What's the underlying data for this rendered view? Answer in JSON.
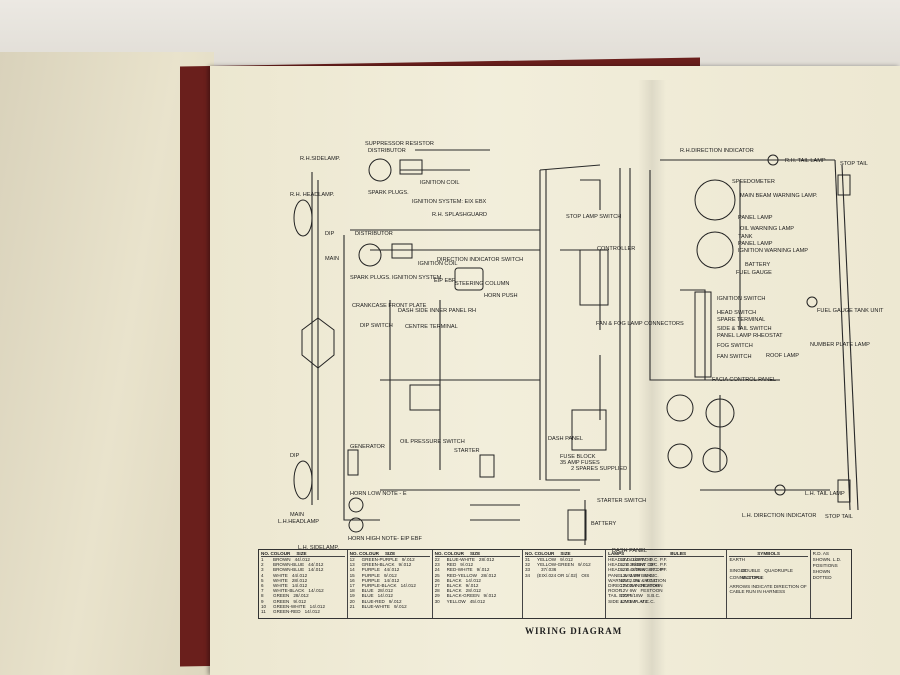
{
  "title": "WIRING DIAGRAM",
  "labels": {
    "rh_sidelamp": "R.H.SIDELAMP.",
    "rh_headlamp": "R.H. HEADLAMP.",
    "dip_top": "DIP",
    "main_top": "MAIN",
    "suppressor": "SUPPRESSOR RESISTOR",
    "distributor_1": "DISTRIBUTOR",
    "ignition_coil_1": "IGNITION COIL",
    "spark_plugs_1": "SPARK PLUGS.",
    "ign_system_eix": "IGNITION SYSTEM: EIX EBX",
    "rh_splashguard": "R.H. SPLASHGUARD",
    "distributor_2": "DISTRIBUTOR",
    "ignition_coil_2": "IGNITION COIL",
    "spark_plugs_2": "SPARK PLUGS.",
    "ign_system_2": "IGNITION SYSTEM",
    "dir_ind_switch": "DIRECTION INDICATOR SWITCH",
    "steering_column": "STEERING COLUMN",
    "horn_push": "HORN PUSH",
    "eip_ebf": "EIP EBF",
    "crankcase": "CRANKCASE FRONT PLATE",
    "dash_side": "DASH SIDE INNER PANEL RH",
    "dip_switch": "DIP SWITCH",
    "centre_terminal": "CENTRE TERMINAL",
    "controller": "CONTROLLER",
    "stop_lamp_switch": "STOP LAMP SWITCH",
    "fan_fog": "FAN & FOG LAMP CONNECTORS",
    "oil_pressure": "OIL PRESSURE SWITCH",
    "generator": "GENERATOR",
    "starter": "STARTER",
    "dash_panel_1": "DASH PANEL",
    "fuse_block": "FUSE BLOCK",
    "amp_fuses": "35 AMP FUSES",
    "spares": "2 SPARES SUPPLIED",
    "starter_switch": "STARTER SWITCH",
    "battery_1": "BATTERY",
    "dash_panel_2": "DASH PANEL",
    "horn_low": "HORN LOW NOTE - E",
    "horn_high": "HORN HIGH NOTE- EIP EBF",
    "dip_bottom": "DIP",
    "main_bottom": "MAIN",
    "lh_headlamp": "L.H.HEADLAMP",
    "lh_sidelamp": "L.H. SIDELAMP.",
    "rh_dir_ind": "R.H.DIRECTION INDICATOR",
    "rh_tail_lamp": "R.H. TAIL LAMP",
    "stop_tail_top": "STOP TAIL",
    "speedometer": "SPEEDOMETER",
    "main_beam_lamp": "MAIN BEAM WARNING LAMP.",
    "panel_lamp": "PANEL LAMP",
    "oil_warn_lamp": "OIL WARNING LAMP",
    "tank": "TANK",
    "panel_lamp_2": "PANEL LAMP",
    "ign_warn_lamp": "IGNITION WARNING LAMP",
    "battery_2": "BATTERY",
    "fuel_gauge": "FUEL GAUGE",
    "ign_switch": "IGNITION SWITCH",
    "spare_terminal": "SPARE TERMINAL",
    "head_switch": "HEAD SWITCH",
    "side_tail_switch": "SIDE & TAIL SWITCH",
    "panel_lamp_rheo": "PANEL LAMP RHEOSTAT",
    "fog_switch": "FOG SWITCH",
    "fan_switch": "FAN SWITCH",
    "roof_lamp": "ROOF LAMP",
    "fuel_gauge_tank": "FUEL GAUGE TANK UNIT",
    "number_plate": "NUMBER PLATE LAMP",
    "facia_panel": "FACIA CONTROL PANEL",
    "lh_tail_lamp": "L.H. TAIL LAMP",
    "lh_dir_ind": "L.H. DIRECTION INDICATOR",
    "stop_tail_bottom": "STOP TAIL"
  },
  "legend": {
    "colour_header": "NO.  COLOUR",
    "size_header": "SIZE",
    "colours": [
      [
        "1",
        "BROWN",
        "44/.012"
      ],
      [
        "2",
        "BROWN-BLUE",
        "44/.012"
      ],
      [
        "3",
        "BROWN-BLUE",
        "14/.012"
      ],
      [
        "4",
        "WHITE",
        "44/.012"
      ],
      [
        "5",
        "WHITE",
        "28/.012"
      ],
      [
        "6",
        "WHITE",
        "14/.012"
      ],
      [
        "7",
        "WHITE-BLACK",
        "14/.012"
      ],
      [
        "8",
        "GREEN",
        "28/.012"
      ],
      [
        "9",
        "GREEN",
        "9/.012"
      ],
      [
        "10",
        "GREEN-WHITE",
        "14/.012"
      ],
      [
        "11",
        "GREEN-RED",
        "14/.012"
      ]
    ],
    "colours2": [
      [
        "12",
        "GREEN-PURPLE",
        "9/.012"
      ],
      [
        "13",
        "GREEN-BLACK",
        "9/.012"
      ],
      [
        "14",
        "PURPLE",
        "44/.012"
      ],
      [
        "15",
        "PURPLE",
        "9/.012"
      ],
      [
        "16",
        "PURPLE",
        "14/.012"
      ],
      [
        "17",
        "PURPLE-BLACK",
        "14/.012"
      ],
      [
        "18",
        "BLUE",
        "28/.012"
      ],
      [
        "19",
        "BLUE",
        "14/.012"
      ],
      [
        "20",
        "BLUE-RED",
        "9/.012"
      ],
      [
        "21",
        "BLUE-WHITE",
        "9/.012"
      ]
    ],
    "colours3": [
      [
        "22",
        "BLUE-WHITE",
        "28/.012"
      ],
      [
        "23",
        "RED",
        "9/.012"
      ],
      [
        "24",
        "RED-WHITE",
        "9/.012"
      ],
      [
        "25",
        "RED-YELLOW",
        "28/.012"
      ],
      [
        "26",
        "BLACK",
        "14/.012"
      ],
      [
        "27",
        "BLACK",
        "9/.012"
      ],
      [
        "28",
        "BLACK",
        "28/.012"
      ],
      [
        "29",
        "BLACK-GREEN",
        "9/.012"
      ],
      [
        "30",
        "YELLOW",
        "45/.012"
      ]
    ],
    "colours4": [
      [
        "31",
        "YELLOW",
        "9/.012"
      ],
      [
        "32",
        "YELLOW-GREEN",
        "9/.012"
      ],
      [
        "33",
        "",
        "37/.036"
      ],
      [
        "34",
        "(EIX/.024 OR 1/.02)",
        "OIS"
      ]
    ],
    "lamps_header": "LAMPS",
    "bulbs_header": "BULBS",
    "lamps": [
      [
        "HEAD R.D. LEFT DIP",
        "12V 42/36W",
        "D.C. P.F."
      ],
      [
        "HEAD L.D. RIGHT DIP",
        "12V 36/36W",
        "D.C. P.F."
      ],
      [
        "HEAD L.D. STRAIGHT DIP",
        "12V 42/36W",
        "D.C. P.F."
      ],
      [
        "PANEL & MAIN BEAM",
        "12V 2.2W",
        "M.C.C."
      ],
      [
        "WARNING, OIL & IGNITION",
        "12V 2.2W",
        "M.C.C."
      ],
      [
        "DIRECTION INDICATOR",
        "12V 3W",
        "FESTOON"
      ],
      [
        "ROOF",
        "12V 6W",
        "FESTOON"
      ],
      [
        "TAIL STOP",
        "12V 6/18W",
        "S.B.C."
      ],
      [
        "SIDE & NO. PLATE",
        "12V 6W",
        "M.C.C."
      ]
    ],
    "symbols_header": "SYMBOLS",
    "earth": "EARTH",
    "single": "SINGLE",
    "double": "DOUBLE",
    "quadruple": "QUADRUPLE",
    "connectors": "CONNECTORS",
    "multiple": "MULTIPLE",
    "arrows_note": "ARROWS INDICATE DIRECTION OF CABLE RUN IN HARNESS",
    "rd_note": "R.D. AS SHOWN. L.D. POSITIONS SHOWN DOTTED"
  }
}
